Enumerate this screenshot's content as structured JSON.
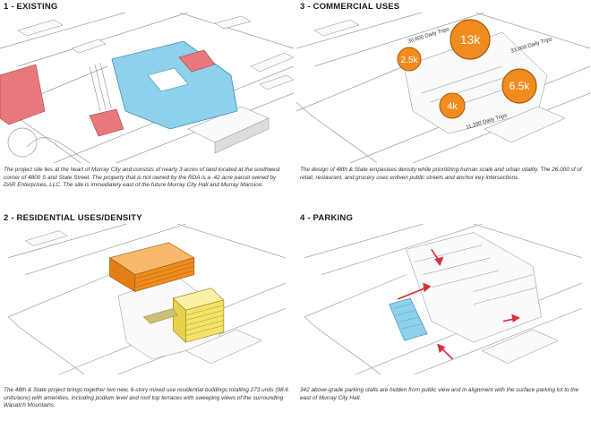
{
  "panels": {
    "existing": {
      "title": "1 - EXISTING",
      "caption": "The project site lies at the heart of Murray City and consists of nearly 3 acres of land located at the southwest corner of 4800 S and State Street. The property that is not owned by the RDA is a .42 acre parcel owned by DAR Enterprises, LLC. The site is immediately east of the future Murray City Hall and Murray Mansion."
    },
    "commercial": {
      "title": "3 - COMMERCIAL USES",
      "caption": "The design of 48th & State empasises density while prioritizing human scale and urban vitality. The 26,000 sf of retail, restaurant, and grocery uses enliven public streets and anchor key intersections.",
      "bubbles": [
        "13k",
        "2.5k",
        "6.5k",
        "4k"
      ],
      "trip_labels": [
        "30,600 Daily Trips",
        "33,000 Daily Trips",
        "11,200 Daily Trips"
      ]
    },
    "residential": {
      "title": "2 - RESIDENTIAL USES/DENSITY",
      "caption": "The 48th & State project brings together two new, 6-story mixed use residential buildings totalling 273 units (98.6 units/acre) with amenities, including podium level and roof top terraces with sweeping views of the surrounding Wasatch Mountains."
    },
    "parking": {
      "title": "4 - PARKING",
      "caption": "342 above-grade parking stalls are hidden from public view and in alignment with the surface parking lot to the east of Murray City Hall."
    }
  },
  "colors": {
    "site_blue": "#8fd0ea",
    "existing_red": "#e8787e",
    "orange": "#f08c1e",
    "yellow": "#f4e36a",
    "arrow_red": "#d6333a"
  }
}
